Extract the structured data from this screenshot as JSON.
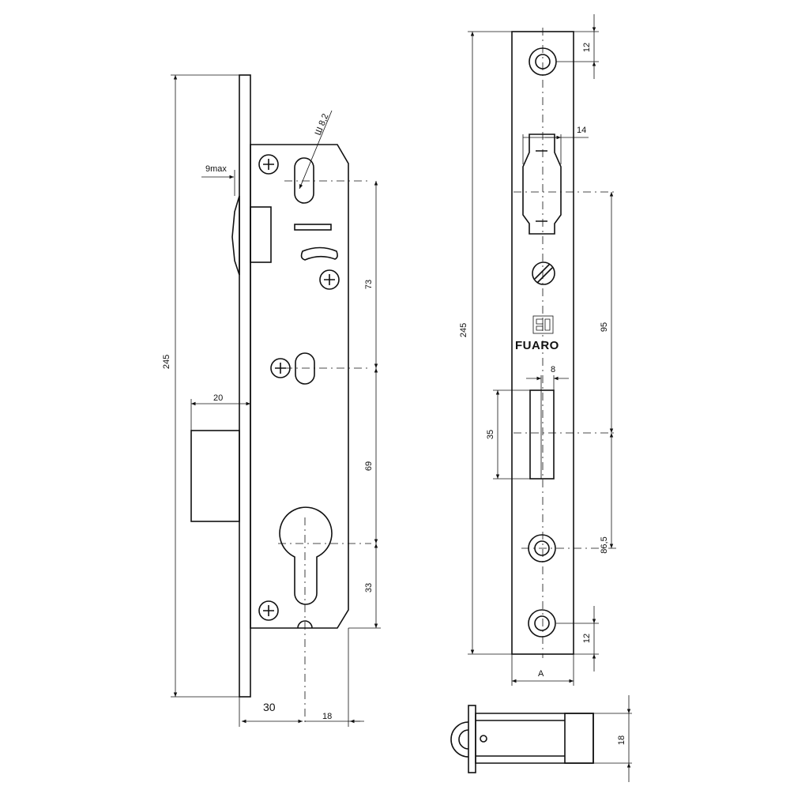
{
  "drawing": {
    "side_view": {
      "dims": {
        "height_total": "245",
        "bolt_projection": "9max",
        "spindle_hole": "Ш 8,2",
        "upper_spacing": "73",
        "mid_spacing": "69",
        "lower_spacing": "33",
        "latch_offset": "20",
        "backset": "30",
        "depth_rear": "18"
      }
    },
    "front_view": {
      "dims": {
        "height_total": "245",
        "top_hole": "12",
        "latch_width": "14",
        "latch_to_bolt": "95",
        "bolt_width": "8",
        "bolt_length": "35",
        "bolt_to_hole": "86,5",
        "bottom_hole": "12",
        "plate_width": "A"
      },
      "brand": "FUARO"
    },
    "end_view": {
      "dims": {
        "thickness": "18"
      }
    }
  }
}
